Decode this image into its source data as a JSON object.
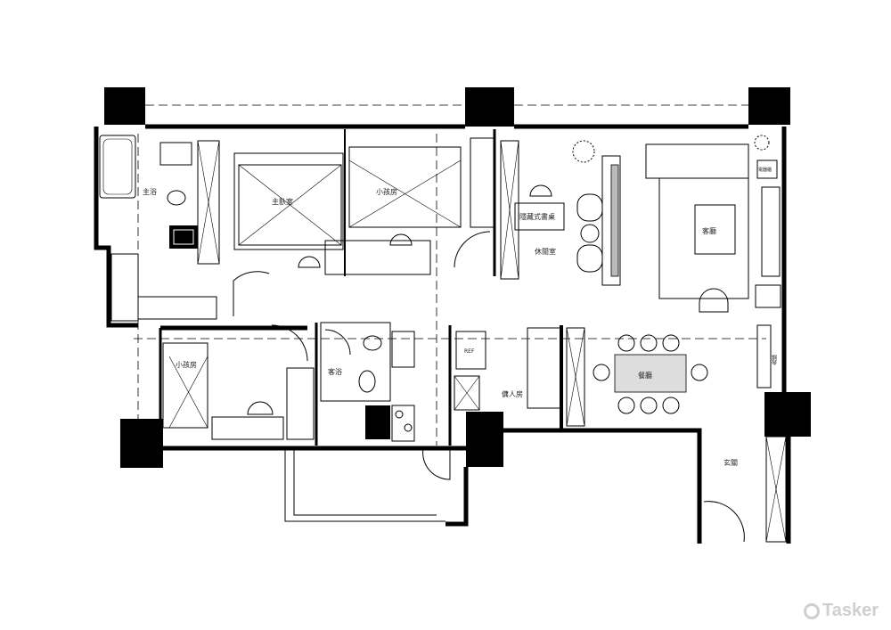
{
  "rooms": {
    "master_bath": "主浴",
    "master_bedroom": "主臥室",
    "kids_room_1": "小孩房",
    "hidden_desk": "隱藏式書桌",
    "lounge": "休閒室",
    "living_room": "客廳",
    "kids_room_2": "小孩房",
    "guest_bath": "客浴",
    "fridge": "REF",
    "maid_room": "傭人房",
    "dining_room": "餐廳",
    "entrance": "玄關",
    "piano": "鋼琴",
    "appliance_cabinet": "電器櫃"
  },
  "watermark": "Tasker"
}
